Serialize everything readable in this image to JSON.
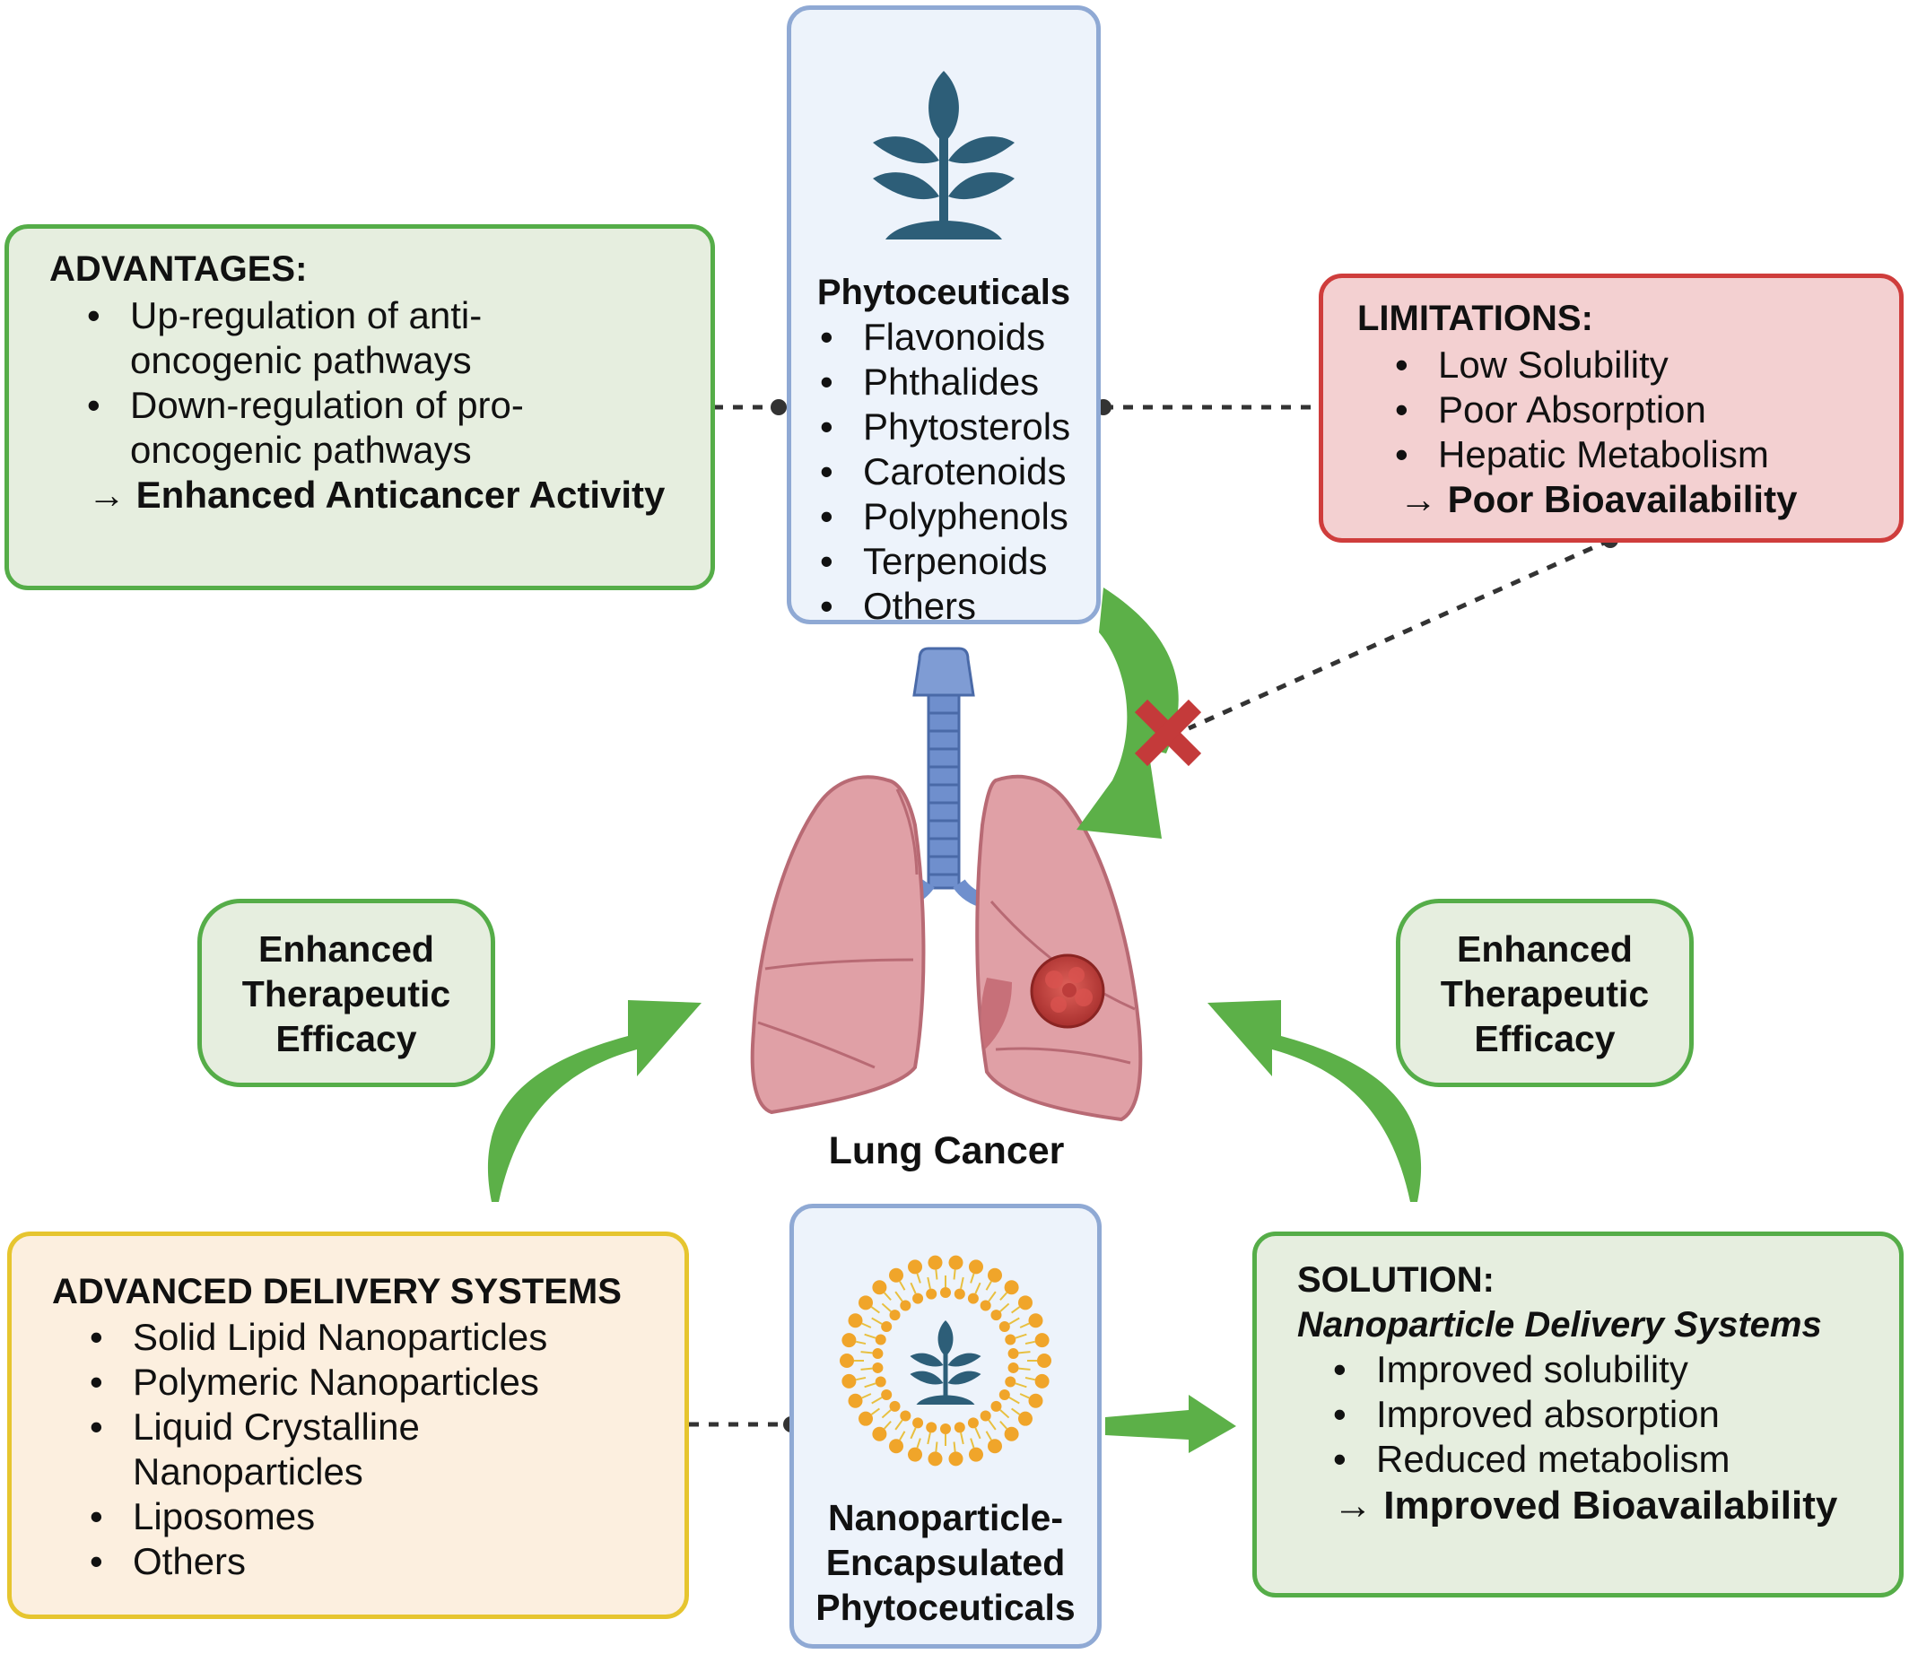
{
  "phytoceuticals": {
    "title": "Phytoceuticals",
    "items": [
      "Flavonoids",
      "Phthalides",
      "Phytosterols",
      "Carotenoids",
      "Polyphenols",
      "Terpenoids",
      "Others"
    ]
  },
  "advantages": {
    "title": "ADVANTAGES:",
    "items": [
      [
        "Up-regulation of anti-",
        "oncogenic pathways"
      ],
      [
        "Down-regulation of pro-",
        "oncogenic pathways"
      ]
    ],
    "result": "→ Enhanced Anticancer Activity"
  },
  "limitations": {
    "title": "LIMITATIONS:",
    "items": [
      "Low Solubility",
      "Poor Absorption",
      "Hepatic Metabolism"
    ],
    "result": "→ Poor Bioavailability"
  },
  "lung": {
    "label": "Lung Cancer"
  },
  "efficacy_left": {
    "lines": [
      "Enhanced",
      "Therapeutic",
      "Efficacy"
    ]
  },
  "efficacy_right": {
    "lines": [
      "Enhanced",
      "Therapeutic",
      "Efficacy"
    ]
  },
  "delivery": {
    "title": "ADVANCED DELIVERY SYSTEMS",
    "items": [
      [
        "Solid Lipid Nanoparticles"
      ],
      [
        "Polymeric Nanoparticles"
      ],
      [
        "Liquid Crystalline",
        "Nanoparticles"
      ],
      [
        "Liposomes"
      ],
      [
        "Others"
      ]
    ]
  },
  "nano": {
    "lines": [
      "Nanoparticle-",
      "Encapsulated",
      "Phytoceuticals"
    ]
  },
  "solution": {
    "title": "SOLUTION:",
    "subtitle": "Nanoparticle Delivery Systems",
    "items": [
      "Improved solubility",
      "Improved absorption",
      "Reduced metabolism"
    ],
    "result": "→ Improved Bioavailability"
  },
  "colors": {
    "plant": "#2d5e78",
    "arrow_green": "#5cb048",
    "cross_red": "#c43a3a",
    "lung_pink": "#e09ea4",
    "trachea_blue": "#5a7fc0",
    "tumor_red": "#c8403e",
    "lipid_orange": "#f0a52a"
  }
}
